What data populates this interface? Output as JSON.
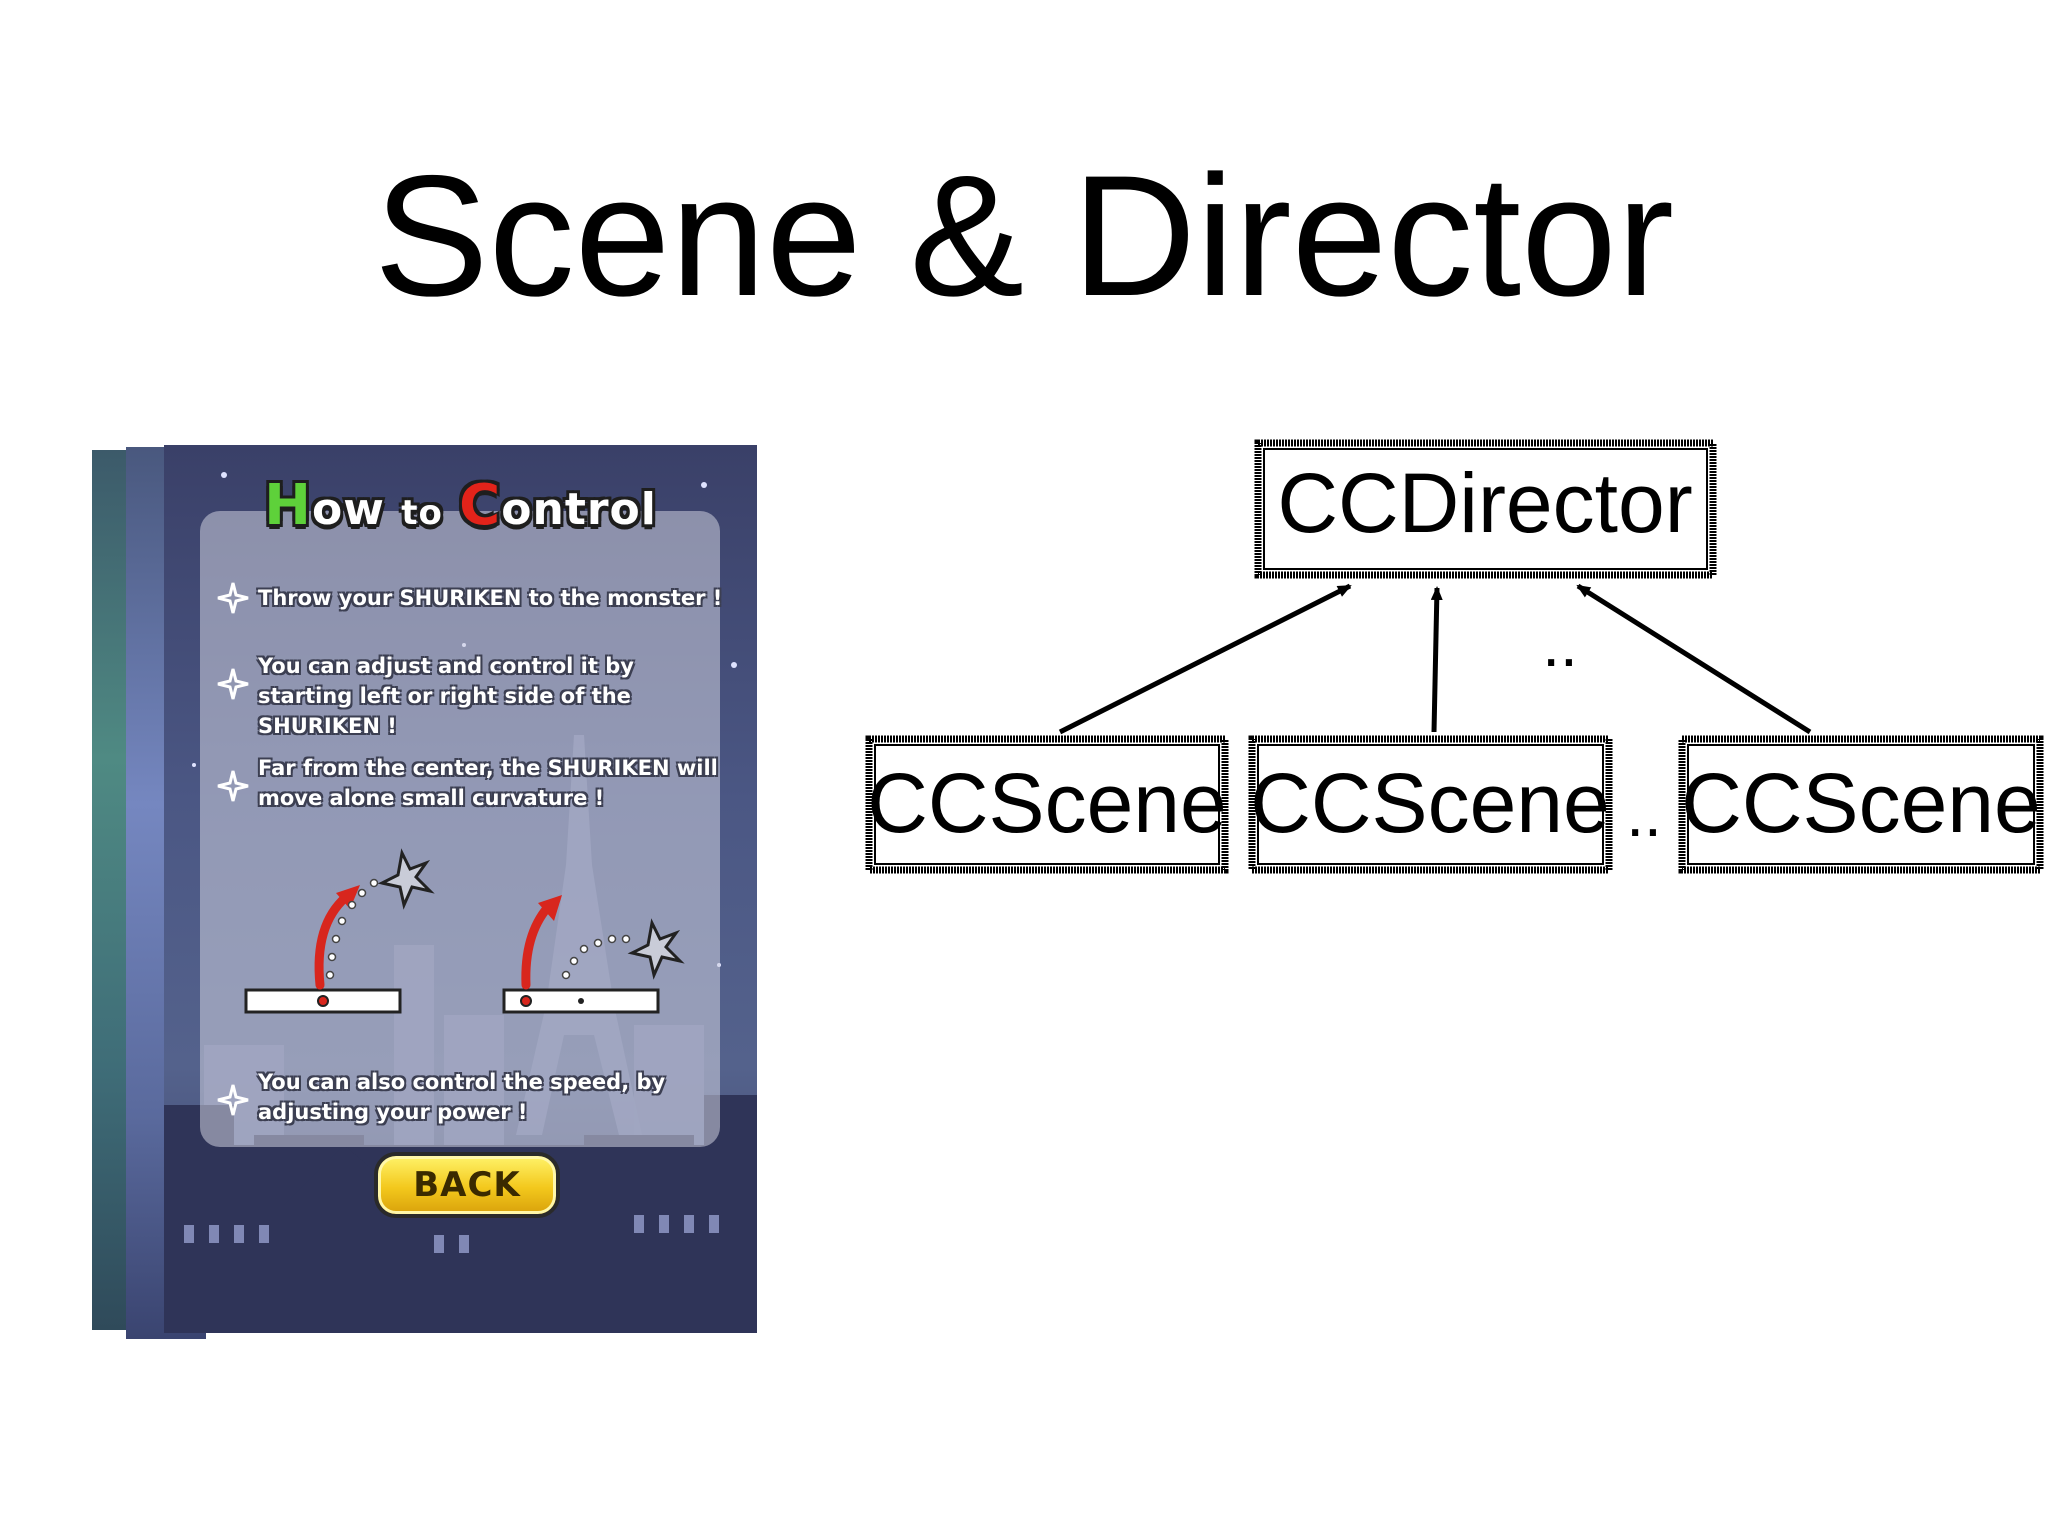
{
  "slide": {
    "title": "Scene & Director"
  },
  "game_screen": {
    "title_letter_1": "H",
    "title_part_1": "ow",
    "title_part_2": "to",
    "title_letter_2": "C",
    "title_part_3": "ontrol",
    "instructions": [
      "Throw your SHURIKEN to the monster !",
      "You can adjust and control it by starting left or right side of the SHURIKEN !",
      "Far from the center, the SHURIKEN will move alone small curvature !",
      "You can also control the speed, by adjusting your power !"
    ],
    "back_label": "BACK"
  },
  "diagram": {
    "director_label": "CCDirector",
    "scene_labels": [
      "CCScene",
      "CCScene",
      "CCScene"
    ],
    "ellipsis_upper": "..",
    "ellipsis_lower": ".."
  }
}
